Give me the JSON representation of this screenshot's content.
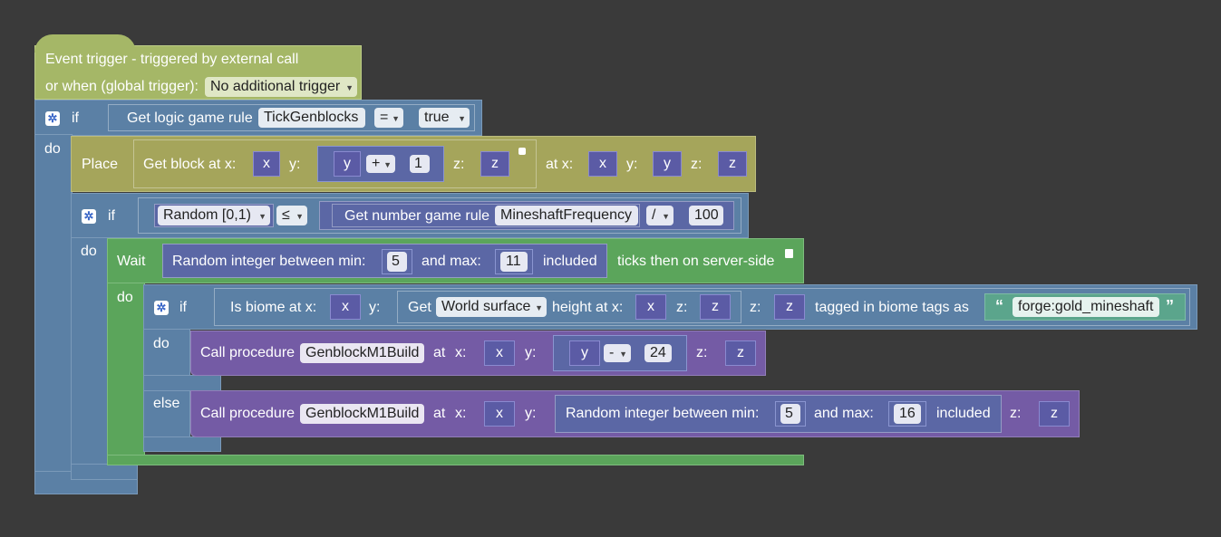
{
  "event": {
    "line1": "Event trigger - triggered by external call",
    "line2": "or when (global trigger):",
    "trigger_value": "No additional trigger"
  },
  "if1": {
    "if_label": "if",
    "do_label": "do",
    "get_rule": "Get logic game rule",
    "rule_name": "TickGenblocks",
    "op": "=",
    "value": "true"
  },
  "place": {
    "label": "Place",
    "get_block": "Get block at x:",
    "x": "x",
    "y_label": "y:",
    "y": "y",
    "plus": "+",
    "one": "1",
    "z_label": "z:",
    "z": "z",
    "at_x": "at x:",
    "ax": "x",
    "ay_label": "y:",
    "ay": "y",
    "az_label": "z:",
    "az": "z"
  },
  "if2": {
    "if_label": "if",
    "do_label": "do",
    "random": "Random [0,1)",
    "le": "≤",
    "get_number": "Get number game rule",
    "rule_name": "MineshaftFrequency",
    "div": "/",
    "hundred": "100"
  },
  "wait": {
    "label": "Wait",
    "random_int": "Random integer between min:",
    "min": "5",
    "and_max": "and max:",
    "max": "11",
    "included": "included",
    "suffix": "ticks then on server-side",
    "do_label": "do"
  },
  "if3": {
    "if_label": "if",
    "do_label": "do",
    "else_label": "else",
    "is_biome": "Is biome at x:",
    "x": "x",
    "y_label": "y:",
    "get": "Get",
    "surface": "World surface",
    "height_at": "height at x:",
    "hx": "x",
    "hz_label": "z:",
    "hz": "z",
    "z_label": "z:",
    "z": "z",
    "tagged": "tagged in biome tags as",
    "tag": "forge:gold_mineshaft"
  },
  "call1": {
    "call": "Call procedure",
    "proc": "GenblockM1Build",
    "at": "at",
    "x_label": "x:",
    "x": "x",
    "y_label": "y:",
    "y": "y",
    "minus": "-",
    "offset": "24",
    "z_label": "z:",
    "z": "z"
  },
  "call2": {
    "call": "Call procedure",
    "proc": "GenblockM1Build",
    "at": "at",
    "x_label": "x:",
    "x": "x",
    "y_label": "y:",
    "random_int": "Random integer between min:",
    "min": "5",
    "and_max": "and max:",
    "max": "16",
    "included": "included",
    "z_label": "z:",
    "z": "z"
  }
}
